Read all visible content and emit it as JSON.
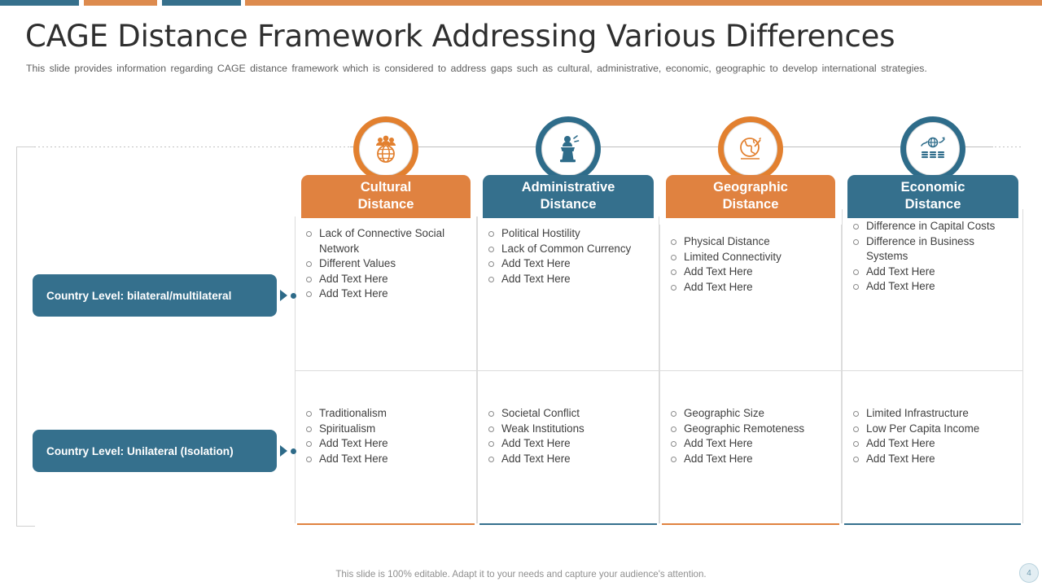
{
  "accent_colors": {
    "orange": "#e08240",
    "teal": "#35708d",
    "bar_orange": "#dd8b4e",
    "bar_teal": "#36708c"
  },
  "header": {
    "title": "CAGE Distance Framework Addressing Various Differences",
    "subtitle": "This slide provides information regarding CAGE distance framework which is considered to address gaps such as cultural, administrative, economic, geographic to develop international strategies."
  },
  "columns": [
    {
      "id": "cultural",
      "title_line1": "Cultural",
      "title_line2": "Distance",
      "color": "orange",
      "icon": "globe-people-icon"
    },
    {
      "id": "administrative",
      "title_line1": "Administrative",
      "title_line2": "Distance",
      "color": "teal",
      "icon": "podium-speaker-icon"
    },
    {
      "id": "geographic",
      "title_line1": "Geographic",
      "title_line2": "Distance",
      "color": "orange",
      "icon": "globe-pin-icon"
    },
    {
      "id": "economic",
      "title_line1": "Economic",
      "title_line2": "Distance",
      "color": "teal",
      "icon": "globe-coins-growth-icon"
    }
  ],
  "rows": [
    {
      "id": "bilateral",
      "label": "Country Level: bilateral/multilateral",
      "cells": [
        [
          "Lack of Connective Social Network",
          "Different Values",
          "Add Text Here",
          "Add Text Here"
        ],
        [
          "Political Hostility",
          "Lack of Common Currency",
          "Add Text Here",
          "Add Text Here"
        ],
        [
          "Physical Distance",
          "Limited Connectivity",
          "Add Text Here",
          "Add Text Here"
        ],
        [
          "Difference in Capital Costs",
          "Difference in Business Systems",
          "Add Text Here",
          "Add Text Here"
        ]
      ]
    },
    {
      "id": "unilateral",
      "label": "Country Level: Unilateral (Isolation)",
      "cells": [
        [
          "Traditionalism",
          "Spiritualism",
          "Add Text Here",
          "Add Text Here"
        ],
        [
          "Societal Conflict",
          "Weak Institutions",
          "Add Text Here",
          "Add Text Here"
        ],
        [
          "Geographic Size",
          "Geographic Remoteness",
          "Add Text Here",
          "Add Text Here"
        ],
        [
          "Limited Infrastructure",
          "Low Per Capita Income",
          "Add Text Here",
          "Add Text Here"
        ]
      ]
    }
  ],
  "footer": {
    "note": "This slide is 100% editable. Adapt it to your needs and capture your audience's attention.",
    "page_number": "4"
  }
}
